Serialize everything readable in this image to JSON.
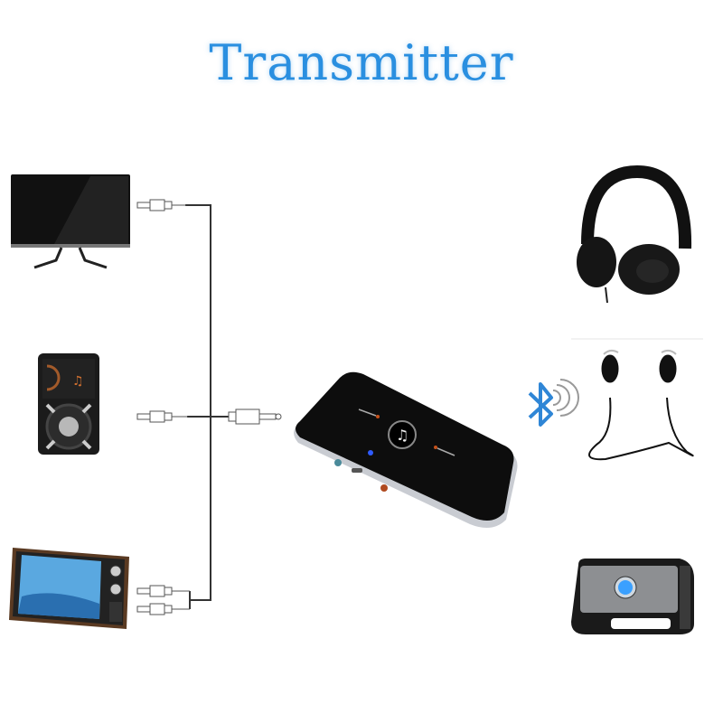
{
  "title": "Transmitter",
  "colors": {
    "title": "#2a8fe0",
    "bluetooth_icon": "#2f86d6",
    "cable": "#333333",
    "device_body": "#0d0d0d",
    "device_rim": "#c9ccd2",
    "led_blue": "#2f5bff",
    "led_orange": "#c5511b",
    "speaker_accent": "#3aa0ff"
  },
  "diagram": {
    "center": {
      "label": "bluetooth-transmitter-receiver-device",
      "icon": "music-note-logo-icon"
    },
    "sources": [
      {
        "name": "monitor",
        "icon": "monitor-icon",
        "connector": "3.5mm jack"
      },
      {
        "name": "music-player",
        "icon": "music-player-icon",
        "connector": "3.5mm jack"
      },
      {
        "name": "crt-television",
        "icon": "tv-icon",
        "connector": "dual RCA jacks"
      }
    ],
    "wireless_link": {
      "icon": "bluetooth-icon",
      "signal": "bluetooth-signal-waves-icon"
    },
    "receivers": [
      {
        "name": "over-ear-headphones",
        "icon": "headphones-icon"
      },
      {
        "name": "neckband-earphones",
        "icon": "earphones-icon"
      },
      {
        "name": "bluetooth-speaker",
        "icon": "speaker-icon"
      }
    ]
  }
}
